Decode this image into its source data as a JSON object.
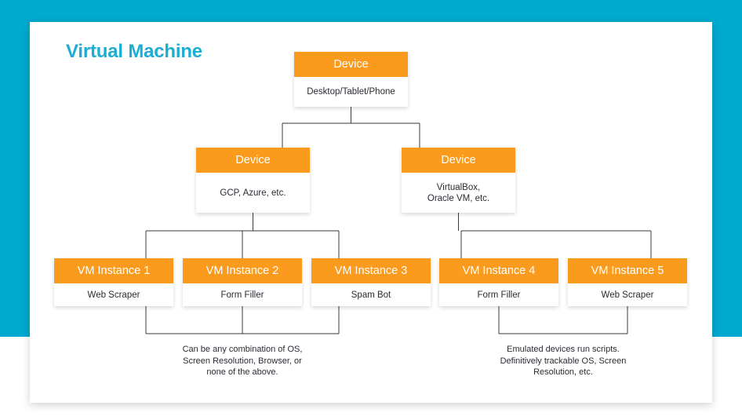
{
  "frame": {
    "accent_color": "#00a9ce",
    "card_color": "#ffffff",
    "node_header_color": "#fb9b1e",
    "line_color": "#3a3a3a"
  },
  "title": "Virtual Machine",
  "diagram": {
    "type": "tree",
    "root": {
      "id": "device-root",
      "header": "Device",
      "body": "Desktop/Tablet/Phone"
    },
    "level2": [
      {
        "id": "device-cloud",
        "header": "Device",
        "body": "GCP, Azure, etc."
      },
      {
        "id": "device-local",
        "header": "Device",
        "body": "VirtualBox,\nOracle VM, etc."
      }
    ],
    "level3": [
      {
        "id": "vm-1",
        "header": "VM Instance 1",
        "body": "Web Scraper",
        "parent": "device-cloud"
      },
      {
        "id": "vm-2",
        "header": "VM Instance 2",
        "body": "Form Filler",
        "parent": "device-cloud"
      },
      {
        "id": "vm-3",
        "header": "VM Instance 3",
        "body": "Spam Bot",
        "parent": "device-cloud"
      },
      {
        "id": "vm-4",
        "header": "VM Instance 4",
        "body": "Form Filler",
        "parent": "device-local"
      },
      {
        "id": "vm-5",
        "header": "VM Instance 5",
        "body": "Web Scraper",
        "parent": "device-local"
      }
    ],
    "captions": [
      {
        "id": "caption-left",
        "text": "Can be any combination of OS,\nScreen Resolution, Browser, or\nnone of the above.",
        "covers": [
          "vm-1",
          "vm-2",
          "vm-3"
        ]
      },
      {
        "id": "caption-right",
        "text": "Emulated devices run scripts.\nDefinitively trackable OS, Screen\nResolution, etc.",
        "covers": [
          "vm-4",
          "vm-5"
        ]
      }
    ]
  }
}
